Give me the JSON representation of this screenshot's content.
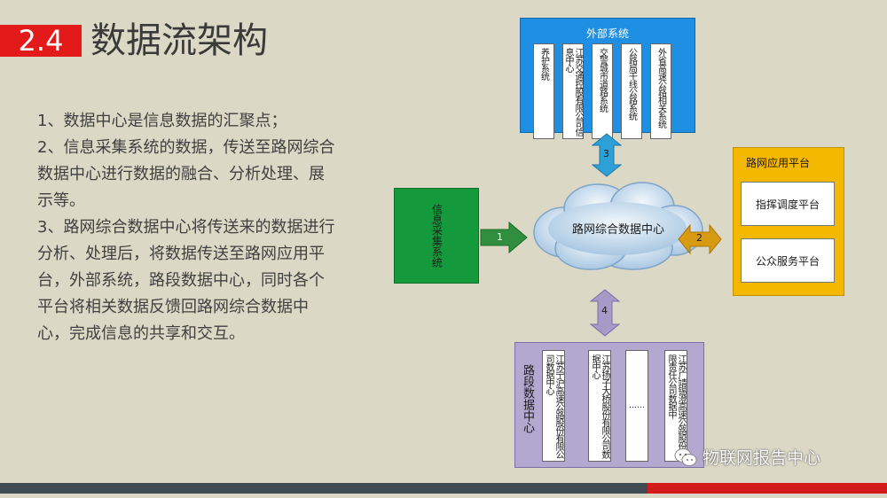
{
  "slide": {
    "number": "2.4",
    "title": "数据流架构",
    "paragraphs": [
      "1、数据中心是信息数据的汇聚点；",
      "2、信息采集系统的数据，传送至路网综合数据中心进行数据的融合、分析处理、展示等。",
      "3、路网综合数据中心将传送来的数据进行分析、处理后，将数据传送至路网应用平台，外部系统，路段数据中心，同时各个平台将相关数据反馈回路网综合数据中心，完成信息的共享和交互。"
    ]
  },
  "diagram": {
    "external": {
      "title": "外部系统",
      "items": [
        "养护系统",
        "江苏交通控股有限公司信息中心",
        "交警城市道路系统",
        "公路局干线公路系统",
        "外省高速公路相关系统"
      ]
    },
    "collection": {
      "label": "信息采集系统"
    },
    "center": {
      "label": "路网综合数据中心"
    },
    "app_platform": {
      "title": "路网应用平台",
      "items": [
        "指挥调度平台",
        "公众服务平台"
      ]
    },
    "segment": {
      "title": "路段数据中心",
      "items": [
        "江苏宁沪高速公路股份有限公司数据中心",
        "江苏扬子大桥股份有限公司数据中心",
        "……",
        "江苏广靖锡澄高速公路股份有限责任公司数据中"
      ]
    },
    "arrows": {
      "a1": "1",
      "a2": "2",
      "a3": "3",
      "a4": "4"
    },
    "colors": {
      "external": "#1f8fe3",
      "collection": "#149a3c",
      "app_platform": "#f5b800",
      "segment": "#b3a8d0",
      "arrow1": "#2f8f3e",
      "arrow2": "#d89a10",
      "arrow3": "#2ea0d8",
      "arrow4": "#a79ac8"
    }
  },
  "watermark": "物联网报告中心"
}
